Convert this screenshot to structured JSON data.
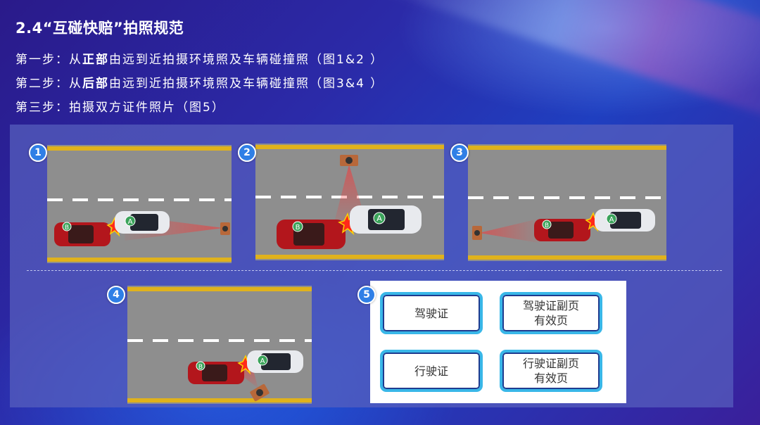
{
  "title": "2.4“互碰快赔”拍照规范",
  "steps": [
    {
      "prefix": "第一步：从",
      "bold": "正部",
      "suffix": "由远到近拍摄环境照及车辆碰撞照（图1&2 ）"
    },
    {
      "prefix": "第二步：从",
      "bold": "后部",
      "suffix": "由远到近拍摄环境照及车辆碰撞照（图3&4 ）"
    },
    {
      "prefix": "第三步：拍摄双方证件照片（图5）",
      "bold": "",
      "suffix": ""
    }
  ],
  "figures": [
    {
      "number": "1",
      "car_a": "A",
      "car_b": "B"
    },
    {
      "number": "2",
      "car_a": "A",
      "car_b": "B"
    },
    {
      "number": "3",
      "car_a": "A",
      "car_b": "B"
    },
    {
      "number": "4",
      "car_a": "A",
      "car_b": "B"
    },
    {
      "number": "5"
    }
  ],
  "documents": [
    {
      "label": "驾驶证"
    },
    {
      "label": "驾驶证副页\n有效页"
    },
    {
      "label": "行驶证"
    },
    {
      "label": "行驶证副页\n有效页"
    }
  ],
  "colors": {
    "road": "#8e8e8e",
    "road_edge": "#e0b21c",
    "car_a": "#e8eaee",
    "car_b": "#b3161c",
    "badge": "#2f7fe6",
    "doc_border": "#39b7e8",
    "camera": "#b8683a"
  }
}
